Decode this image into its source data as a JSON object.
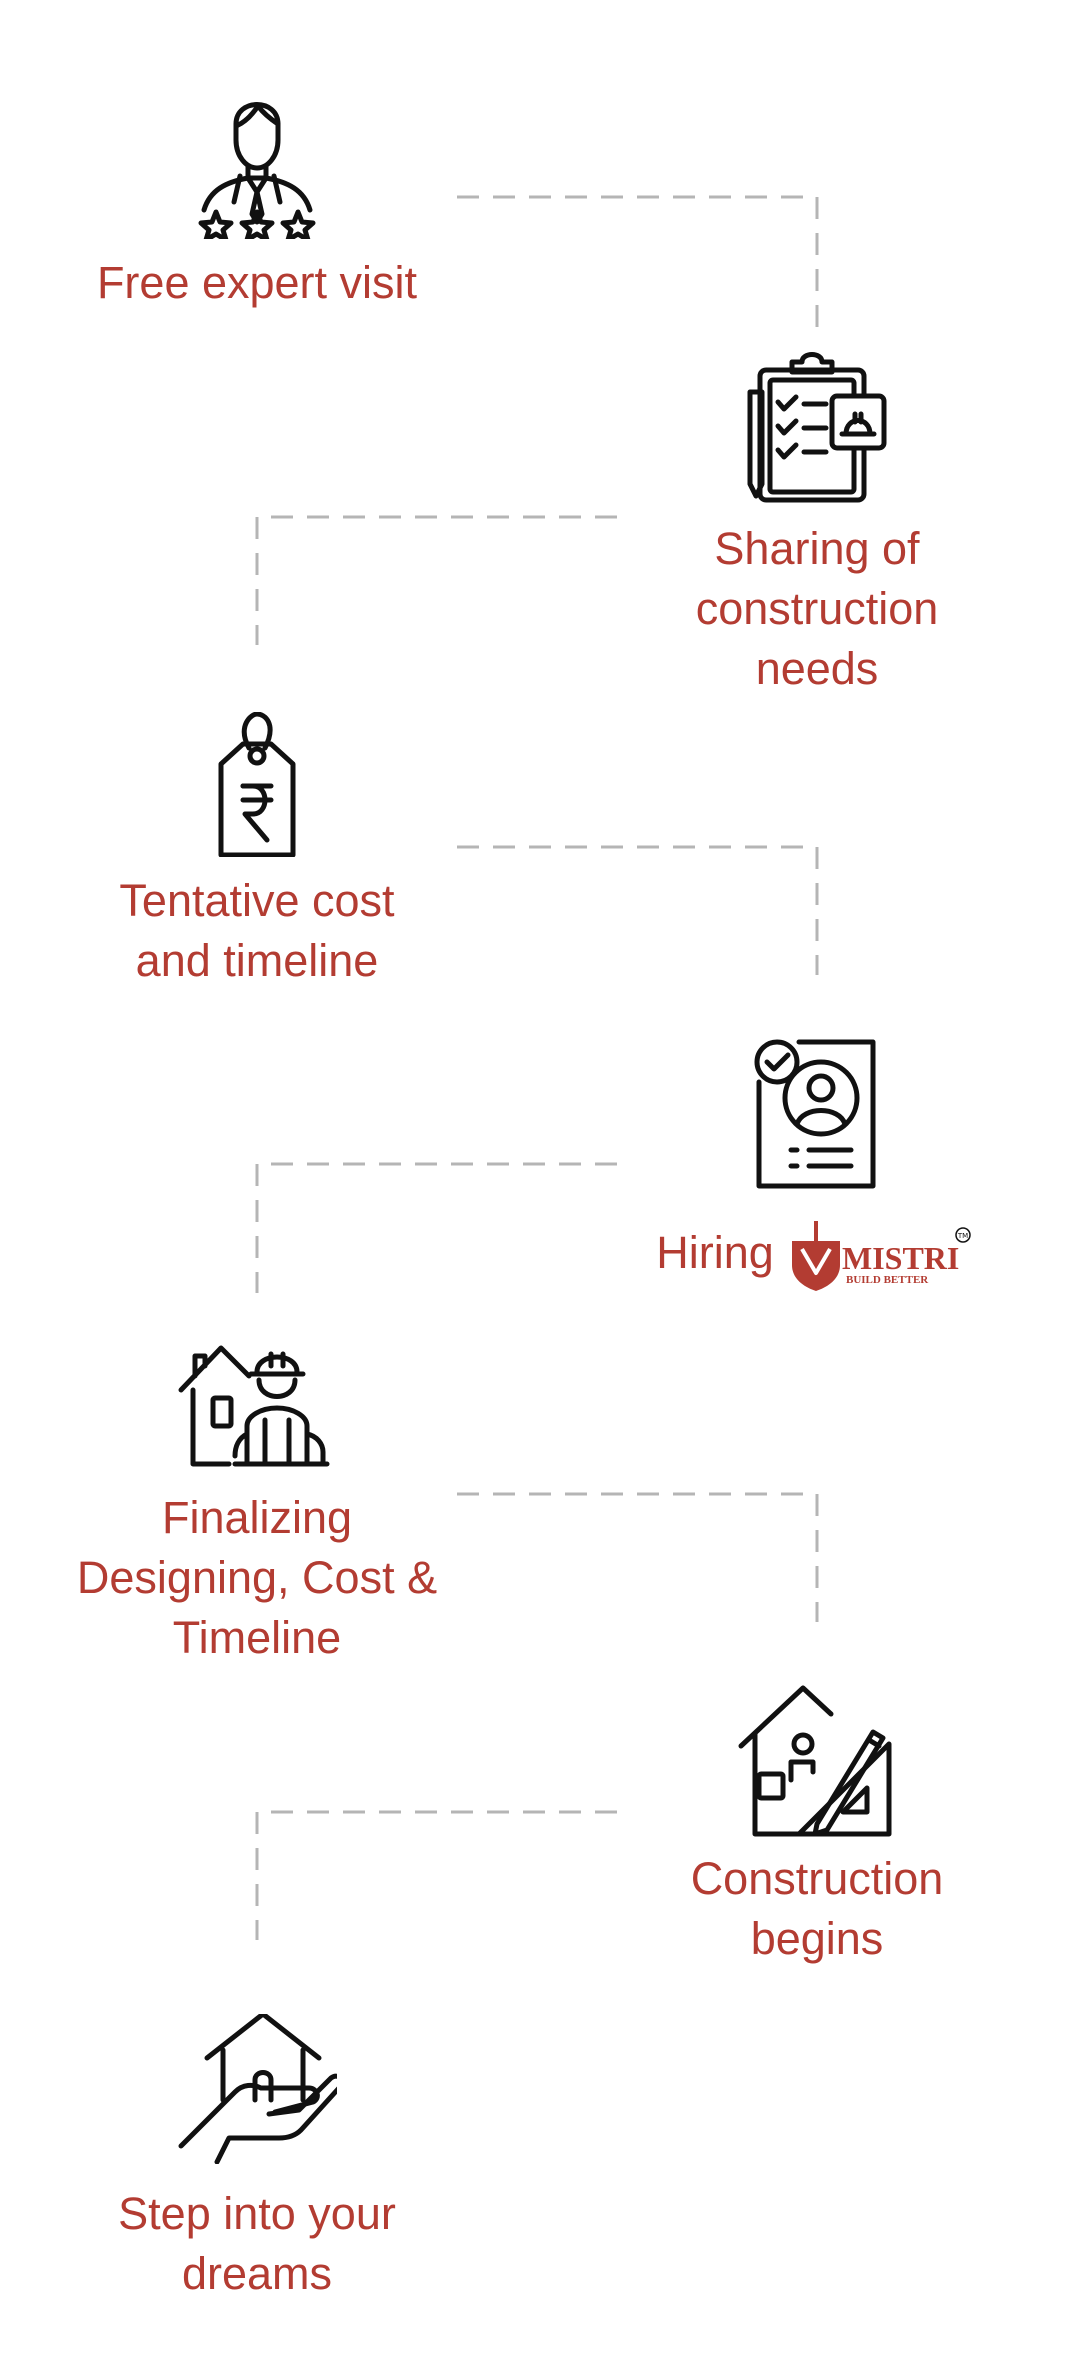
{
  "colors": {
    "accent": "#b33c32",
    "icon": "#111111",
    "connector": "#b5b5b5"
  },
  "steps": [
    {
      "icon": "expert-rating-icon",
      "label_lines": [
        "Free expert visit"
      ]
    },
    {
      "icon": "clipboard-checklist-icon",
      "label_lines": [
        "Sharing of",
        "construction",
        "needs"
      ]
    },
    {
      "icon": "rupee-price-tag-icon",
      "label_lines": [
        "Tentative cost",
        "and timeline"
      ]
    },
    {
      "icon": "profile-document-icon",
      "label_lines": [
        "Hiring"
      ]
    },
    {
      "icon": "house-worker-icon",
      "label_lines": [
        "Finalizing",
        "Designing, Cost &",
        "Timeline"
      ]
    },
    {
      "icon": "house-design-tools-icon",
      "label_lines": [
        "Construction",
        "begins"
      ]
    },
    {
      "icon": "house-in-hand-icon",
      "label_lines": [
        "Step into your",
        "dreams"
      ]
    }
  ],
  "brand": {
    "name": "MISTRI",
    "tagline": "BUILD BETTER",
    "trademark": "TM"
  }
}
